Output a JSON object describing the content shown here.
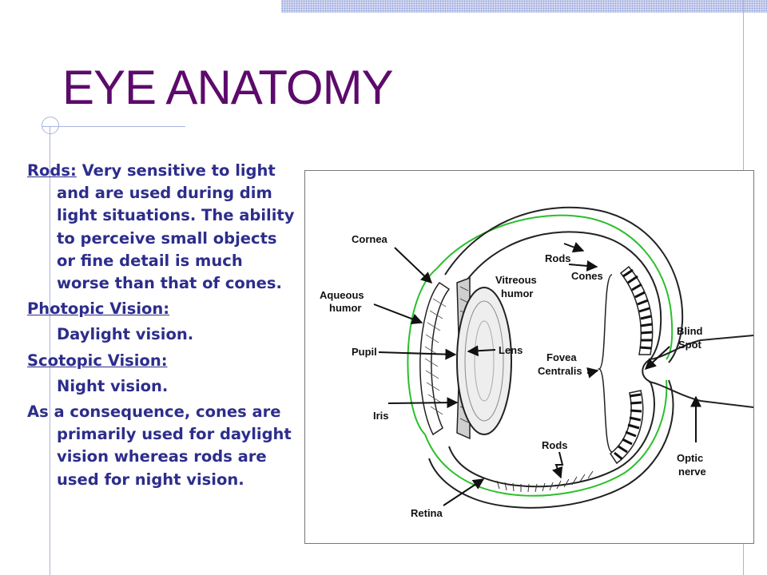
{
  "slide": {
    "title": "EYE ANATOMY",
    "colors": {
      "title": "#5c0a6b",
      "body_text": "#2d2d8c",
      "accent_line": "#a9b4e0",
      "retina_line": "#2bbf2b"
    }
  },
  "body": {
    "rods_term": "Rods:",
    "rods_text": "Very sensitive to light and are used during dim light situations. The ability to perceive small objects or fine detail is much worse than that of cones.",
    "photopic_term": "Photopic Vision:",
    "photopic_def": "Daylight vision.",
    "scotopic_term": "Scotopic Vision:",
    "scotopic_def": "Night vision.",
    "consequence": "As a consequence, cones are primarily used for daylight vision whereas rods are used for night vision."
  },
  "diagram": {
    "labels": {
      "cornea": "Cornea",
      "aqueous1": "Aqueous",
      "aqueous2": "humor",
      "pupil": "Pupil",
      "iris": "Iris",
      "lens": "Lens",
      "vitreous1": "Vitreous",
      "vitreous2": "humor",
      "rods_top": "Rods",
      "cones": "Cones",
      "fovea1": "Fovea",
      "fovea2": "Centralis",
      "blind1": "Blind",
      "blind2": "Spot",
      "rods_bottom": "Rods",
      "optic1": "Optic",
      "optic2": "nerve",
      "retina": "Retina"
    }
  }
}
